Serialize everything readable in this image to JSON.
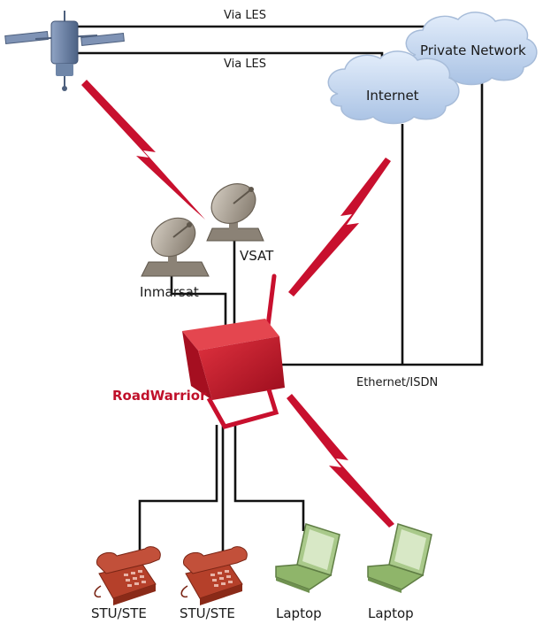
{
  "links": {
    "via_les_top": "Via LES",
    "via_les_bottom": "Via LES",
    "ethernet_isdn": "Ethernet/ISDN"
  },
  "clouds": {
    "private_network": "Private Network",
    "internet": "Internet"
  },
  "devices": {
    "inmarsat": "Inmarsat",
    "vsat": "VSAT",
    "roadwarrior": "RoadWarrior",
    "stu_ste_1": "STU/STE",
    "stu_ste_2": "STU/STE",
    "laptop_1": "Laptop",
    "laptop_2": "Laptop"
  },
  "colors": {
    "wire": "#111111",
    "wireless": "#c8102e",
    "cloud": "#c9d9f0",
    "roadwarrior": "#c8102e",
    "phone": "#b5402a",
    "laptop": "#8fb56a",
    "dish": "#9e9385",
    "satellite": "#6f86a8"
  }
}
